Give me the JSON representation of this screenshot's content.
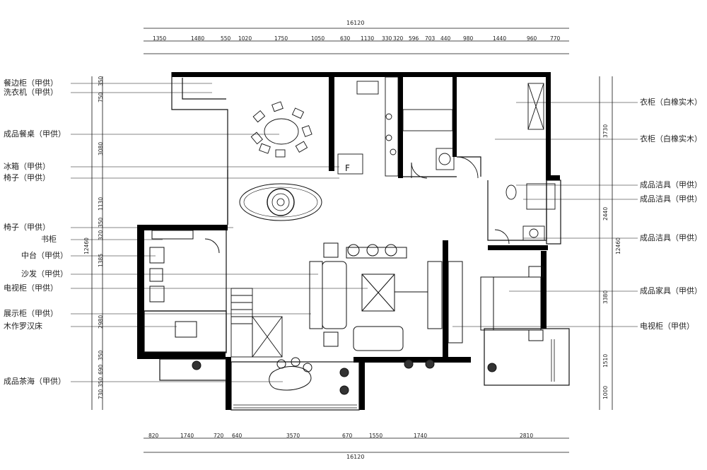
{
  "dimensions": {
    "total_top": "16120",
    "total_bottom": "16120",
    "total_left": "12460",
    "total_right": "12460",
    "top": [
      "1350",
      "1480",
      "550",
      "1020",
      "1750",
      "1050",
      "630",
      "1130",
      "330",
      "320",
      "596",
      "703",
      "440",
      "980",
      "1440",
      "960",
      "770"
    ],
    "bottom": [
      "820",
      "1740",
      "720",
      "640",
      "3570",
      "670",
      "1550",
      "1740",
      "2810"
    ],
    "left": [
      "750",
      "350",
      "3080",
      "1130",
      "350",
      "320",
      "1385",
      "2980",
      "350",
      "690",
      "730",
      "350"
    ],
    "right": [
      "3730",
      "2440",
      "3380",
      "1510",
      "1000"
    ]
  },
  "labels_left": [
    "餐边柜（甲供）",
    "洗衣机（甲供）",
    "成品餐桌（甲供）",
    "冰箱（甲供）",
    "椅子（甲供）",
    "椅子（甲供）",
    "书柜",
    "中台（甲供）",
    "沙发（甲供）",
    "电视柜（甲供）",
    "展示柜（甲供）",
    "木作罗汉床",
    "成品茶海（甲供）"
  ],
  "labels_right": [
    "衣柜（白橡实木）",
    "衣柜（白橡实木）",
    "成品洁具（甲供）",
    "成品洁具（甲供）",
    "成品洁具（甲供）",
    "成品家具（甲供）",
    "电视柜（甲供）"
  ],
  "colors": {
    "line": "#111111",
    "wall": "#000000",
    "background": "#ffffff"
  }
}
